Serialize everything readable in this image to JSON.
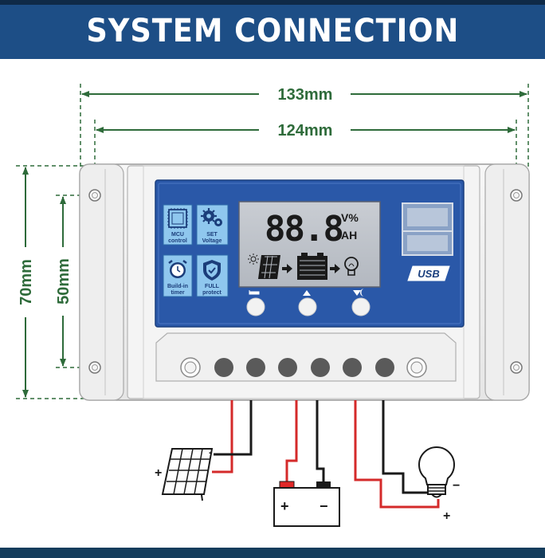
{
  "header": {
    "title": "SYSTEM CONNECTION"
  },
  "dimensions": {
    "outer_width": "133mm",
    "hole_width": "124mm",
    "outer_height": "70mm",
    "hole_height": "50mm"
  },
  "features": [
    {
      "label_line1": "MCU",
      "label_line2": "control"
    },
    {
      "label_line1": "SET",
      "label_line2": "Voltage"
    },
    {
      "label_line1": "Build-in",
      "label_line2": "timer"
    },
    {
      "label_line1": "FULL",
      "label_line2": "protect"
    }
  ],
  "lcd": {
    "reading": "88.8",
    "unit_top": "V%",
    "unit_bottom": "AH"
  },
  "usb_label": "USB",
  "polarity": {
    "solar_plus": "+",
    "solar_minus": "-",
    "battery_plus": "+",
    "battery_minus": "−",
    "load_plus": "+",
    "load_minus": "−"
  },
  "colors": {
    "banner": "#1d4e86",
    "panel": "#2a58a8",
    "dimension_lines": "#2e6b3a",
    "positive_wire": "#d42a2a",
    "negative_wire": "#1a1a1a"
  }
}
